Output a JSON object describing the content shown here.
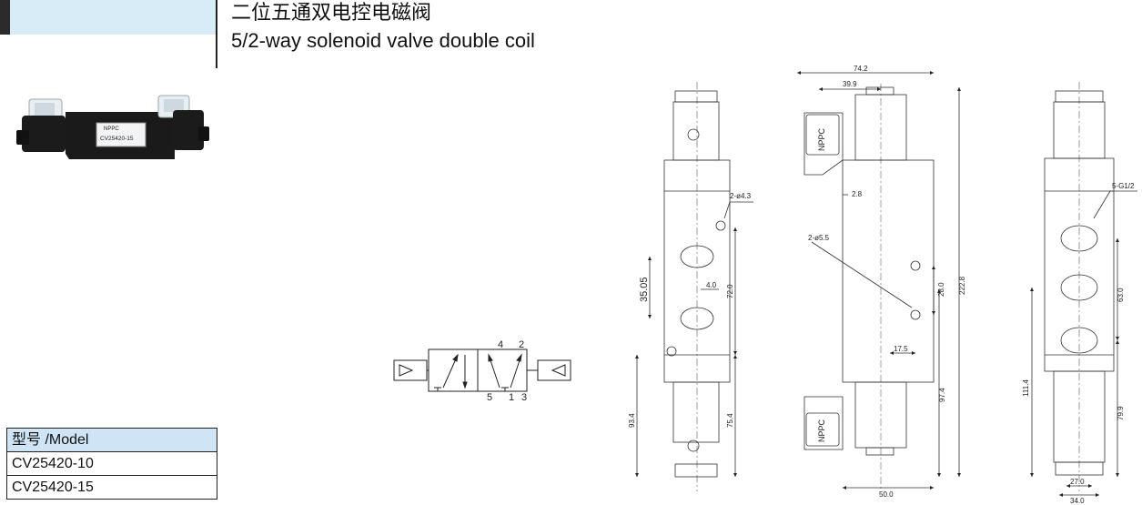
{
  "header": {
    "title_zh": "二位五通双电控电磁阀",
    "title_en": "5/2-way solenoid valve double coil"
  },
  "product_photo": {
    "brand_text": "NPPC",
    "model_text": "CV25420-15"
  },
  "model_table": {
    "header": "型号 /Model",
    "rows": [
      "CV25420-10",
      "CV25420-15"
    ]
  },
  "symbol": {
    "ports_top": [
      "4",
      "2"
    ],
    "ports_bottom": [
      "5",
      "1",
      "3"
    ]
  },
  "dimensions": {
    "front": {
      "d1": "2-ø4.3",
      "d2": "35.05",
      "d3": "4.0",
      "d4": "72.0",
      "d5": "93.4",
      "d6": "75.4"
    },
    "side": {
      "d1": "74.2",
      "d2": "39.9",
      "d3": "2.8",
      "d4": "2-ø5.5",
      "d5": "28.0",
      "d6": "17.5",
      "d7": "222.8",
      "d8": "97.4",
      "d9": "50.0",
      "coil_label": "NPPC"
    },
    "back": {
      "d1": "5-G1/2",
      "d2": "63.0",
      "d3": "111.4",
      "d4": "79.9",
      "d5": "27.0",
      "d6": "34.0"
    }
  }
}
